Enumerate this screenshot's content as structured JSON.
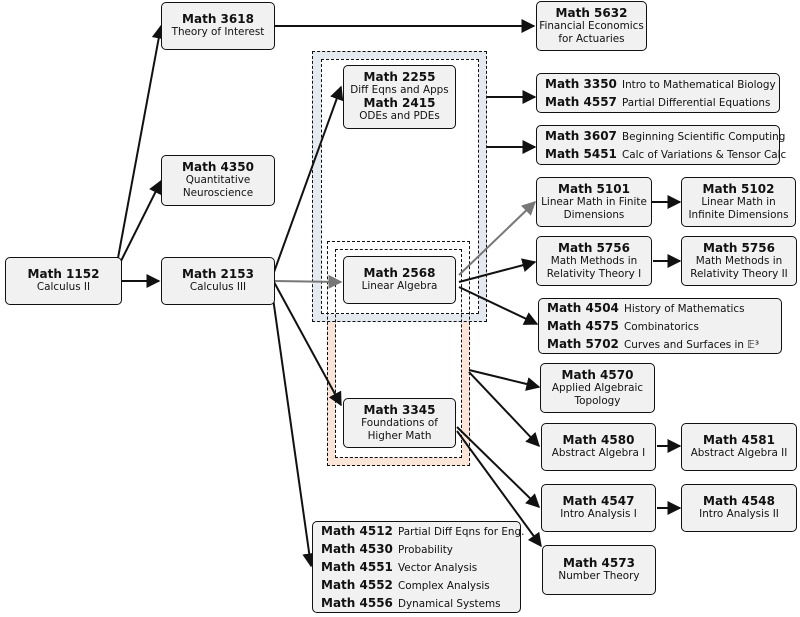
{
  "nodes": {
    "m1152": {
      "code": "Math 1152",
      "lines": [
        "Calculus II"
      ]
    },
    "m3618": {
      "code": "Math 3618",
      "lines": [
        "Theory of Interest"
      ]
    },
    "m4350": {
      "code": "Math 4350",
      "lines": [
        "Quantitative",
        "Neuroscience"
      ]
    },
    "m2153": {
      "code": "Math 2153",
      "lines": [
        "Calculus III"
      ]
    },
    "m5632": {
      "code": "Math 5632",
      "lines": [
        "Financial Economics",
        "for Actuaries"
      ]
    },
    "m2255_2415": {
      "courses": [
        {
          "code": "Math 2255",
          "name": "Diff Eqns and Apps"
        },
        {
          "code": "Math 2415",
          "name": "ODEs and PDEs"
        }
      ]
    },
    "m3350_4557": {
      "courses": [
        {
          "code": "Math 3350",
          "name": "Intro to Mathematical Biology"
        },
        {
          "code": "Math 4557",
          "name": "Partial Differential Equations"
        }
      ]
    },
    "m3607_5451": {
      "courses": [
        {
          "code": "Math 3607",
          "name": "Beginning Scientific Computing"
        },
        {
          "code": "Math 5451",
          "name": "Calc of Variations & Tensor Calc"
        }
      ]
    },
    "m5101": {
      "code": "Math 5101",
      "lines": [
        "Linear Math in Finite",
        "Dimensions"
      ]
    },
    "m5102": {
      "code": "Math 5102",
      "lines": [
        "Linear Math in",
        "Infinite Dimensions"
      ]
    },
    "m2568": {
      "code": "Math 2568",
      "lines": [
        "Linear Algebra"
      ]
    },
    "m5756a": {
      "code": "Math 5756",
      "lines": [
        "Math Methods in",
        "Relativity Theory I"
      ]
    },
    "m5756b": {
      "code": "Math 5756",
      "lines": [
        "Math Methods in",
        "Relativity Theory II"
      ]
    },
    "m4504_group": {
      "courses": [
        {
          "code": "Math 4504",
          "name": "History of Mathematics"
        },
        {
          "code": "Math 4575",
          "name": "Combinatorics"
        },
        {
          "code": "Math 5702",
          "name": "Curves and Surfaces in 𝔼³"
        }
      ]
    },
    "m4570": {
      "code": "Math 4570",
      "lines": [
        "Applied Algebraic",
        "Topology"
      ]
    },
    "m3345": {
      "code": "Math 3345",
      "lines": [
        "Foundations of",
        "Higher Math"
      ]
    },
    "m4580": {
      "code": "Math 4580",
      "lines": [
        "Abstract Algebra I"
      ]
    },
    "m4581": {
      "code": "Math 4581",
      "lines": [
        "Abstract Algebra II"
      ]
    },
    "m4547": {
      "code": "Math 4547",
      "lines": [
        "Intro Analysis I"
      ]
    },
    "m4548": {
      "code": "Math 4548",
      "lines": [
        "Intro Analysis II"
      ]
    },
    "m4573": {
      "code": "Math 4573",
      "lines": [
        "Number Theory"
      ]
    },
    "m4512_group": {
      "courses": [
        {
          "code": "Math 4512",
          "name": "Partial Diff Eqns for Eng."
        },
        {
          "code": "Math 4530",
          "name": "Probability"
        },
        {
          "code": "Math 4551",
          "name": "Vector Analysis"
        },
        {
          "code": "Math 4552",
          "name": "Complex Analysis"
        },
        {
          "code": "Math 4556",
          "name": "Dynamical Systems"
        }
      ]
    }
  },
  "colors": {
    "node_fill": "#f1f1f1",
    "blue_group_fill": "#e5e9f0",
    "orange_group_fill": "#fbe4d8",
    "stroke": "#111111"
  }
}
